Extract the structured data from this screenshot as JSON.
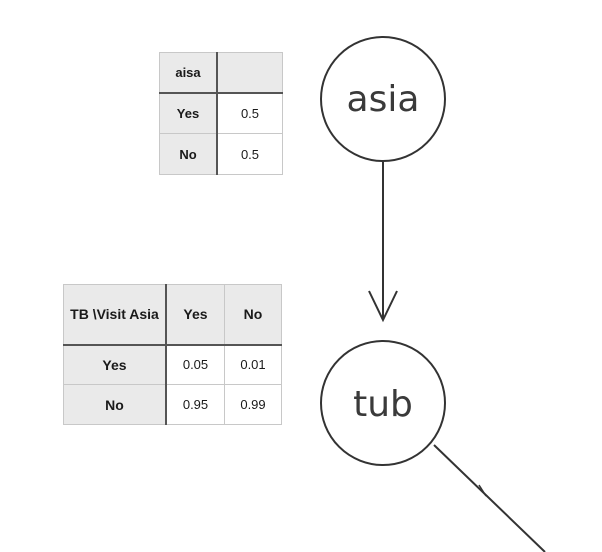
{
  "nodes": [
    {
      "id": "asia",
      "label": "asia"
    },
    {
      "id": "tub",
      "label": "tub"
    }
  ],
  "edges": [
    {
      "from": "asia",
      "to": "tub"
    },
    {
      "from": "tub",
      "to": ""
    }
  ],
  "cpt_asia": {
    "corner": "aisa",
    "rows": [
      {
        "label": "Yes",
        "values": [
          "0.5"
        ]
      },
      {
        "label": "No",
        "values": [
          "0.5"
        ]
      }
    ]
  },
  "cpt_tub": {
    "corner": "TB \\Visit Asia",
    "columns": [
      "Yes",
      "No"
    ],
    "rows": [
      {
        "label": "Yes",
        "values": [
          "0.05",
          "0.01"
        ]
      },
      {
        "label": "No",
        "values": [
          "0.95",
          "0.99"
        ]
      }
    ]
  },
  "colors": {
    "header_fill": "#eaeaea",
    "node_stroke": "#333333",
    "edge_stroke": "#333333"
  }
}
